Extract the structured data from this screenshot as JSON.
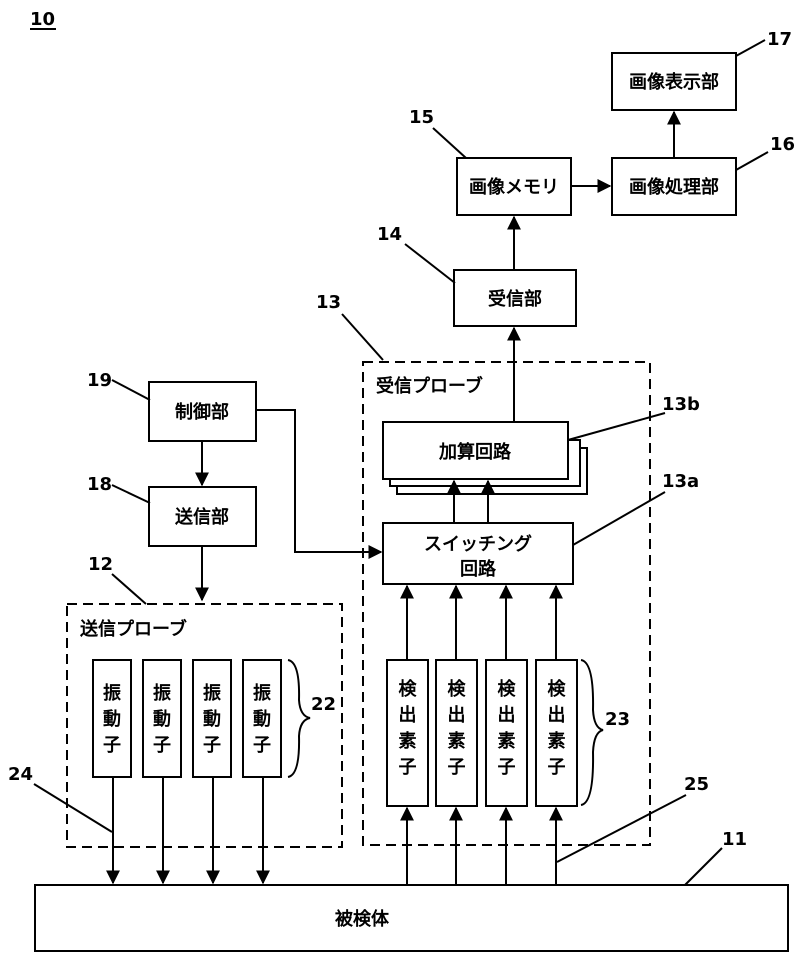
{
  "figure": {
    "number": "10",
    "blocks": {
      "image_display": {
        "label": "画像表示部",
        "ref": "17"
      },
      "image_memory": {
        "label": "画像メモリ",
        "ref": "15"
      },
      "image_processing": {
        "label": "画像処理部",
        "ref": "16"
      },
      "receiver": {
        "label": "受信部",
        "ref": "14"
      },
      "controller": {
        "label": "制御部",
        "ref": "19"
      },
      "transmitter": {
        "label": "送信部",
        "ref": "18"
      },
      "receive_probe": {
        "label": "受信プローブ",
        "ref": "13"
      },
      "adder": {
        "label": "加算回路",
        "ref": "13b"
      },
      "switching": {
        "label_line1": "スイッチング",
        "label_line2": "回路",
        "ref": "13a"
      },
      "transmit_probe": {
        "label": "送信プローブ",
        "ref": "12"
      },
      "subject": {
        "label": "被検体",
        "ref": "11"
      }
    },
    "vibrators": {
      "chars": [
        "振",
        "動",
        "子"
      ],
      "count": 4,
      "ref": "22"
    },
    "detectors": {
      "chars": [
        "検",
        "出",
        "素",
        "子"
      ],
      "count": 4,
      "ref": "23"
    },
    "transmit_beam_ref": "24",
    "receive_beam_ref": "25"
  }
}
